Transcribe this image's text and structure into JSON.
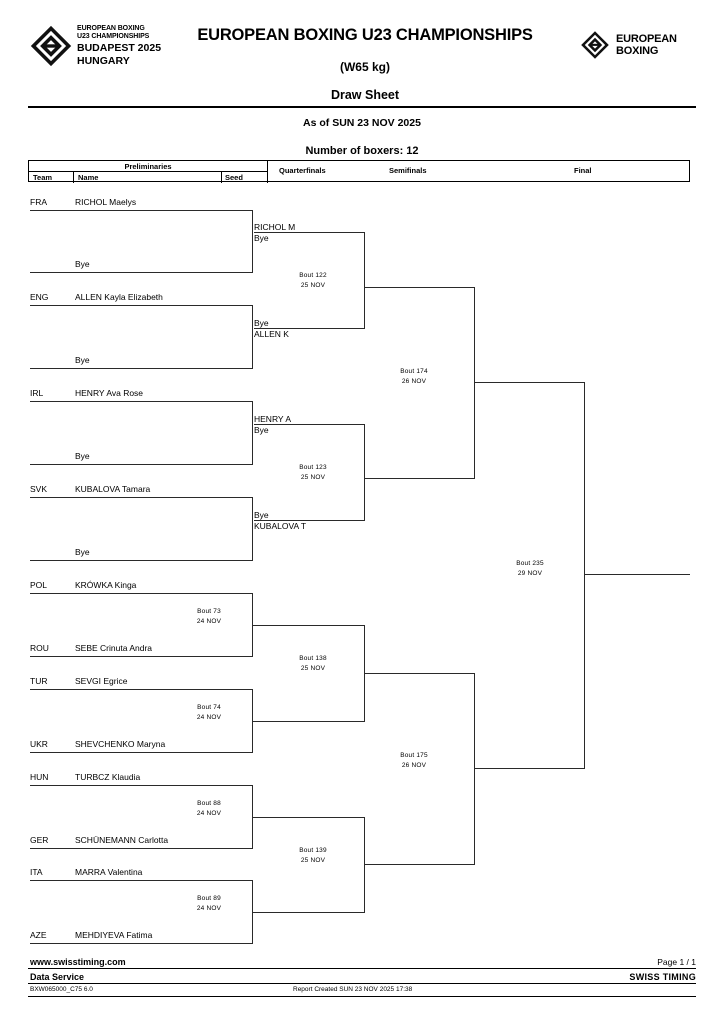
{
  "header": {
    "event_title": "EUROPEAN BOXING U23 CHAMPIONSHIPS",
    "weight_category": "(W65 kg)",
    "document_type": "Draw Sheet",
    "as_of": "As of SUN 23 NOV 2025",
    "number_of_boxers": "Number of boxers: 12",
    "logo_left_line1": "EUROPEAN BOXING",
    "logo_left_line2": "U23 CHAMPIONSHIPS",
    "logo_left_line3": "BUDAPEST 2025",
    "logo_left_line4": "HUNGARY",
    "logo_right_line1": "EUROPEAN",
    "logo_right_line2": "BOXING"
  },
  "columns": {
    "preliminaries": "Preliminaries",
    "team": "Team",
    "name": "Name",
    "seed": "Seed",
    "quarterfinals": "Quarterfinals",
    "semifinals": "Semifinals",
    "final": "Final"
  },
  "preliminaries": [
    {
      "team": "FRA",
      "name": "RICHOL Maelys",
      "seed": ""
    },
    {
      "team": "",
      "name": "Bye",
      "seed": ""
    },
    {
      "team": "ENG",
      "name": "ALLEN Kayla Elizabeth",
      "seed": ""
    },
    {
      "team": "",
      "name": "Bye",
      "seed": ""
    },
    {
      "team": "IRL",
      "name": "HENRY Ava Rose",
      "seed": ""
    },
    {
      "team": "",
      "name": "Bye",
      "seed": ""
    },
    {
      "team": "SVK",
      "name": "KUBALOVA Tamara",
      "seed": ""
    },
    {
      "team": "",
      "name": "Bye",
      "seed": ""
    },
    {
      "team": "POL",
      "name": "KRÓWKA Kinga",
      "seed": ""
    },
    {
      "team": "ROU",
      "name": "SEBE Crinuta Andra",
      "seed": ""
    },
    {
      "team": "TUR",
      "name": "SEVGI Egrice",
      "seed": ""
    },
    {
      "team": "UKR",
      "name": "SHEVCHENKO Maryna",
      "seed": ""
    },
    {
      "team": "HUN",
      "name": "TURBCZ Klaudia",
      "seed": ""
    },
    {
      "team": "GER",
      "name": "SCHÜNEMANN Carlotta",
      "seed": ""
    },
    {
      "team": "ITA",
      "name": "MARRA Valentina",
      "seed": ""
    },
    {
      "team": "AZE",
      "name": "MEHDIYEVA Fatima",
      "seed": ""
    }
  ],
  "quarterfinal_slots": [
    {
      "top": "RICHOL M",
      "bottom": "Bye"
    },
    {
      "top": "Bye",
      "bottom": "ALLEN K"
    },
    {
      "top": "HENRY A",
      "bottom": "Bye"
    },
    {
      "top": "Bye",
      "bottom": "KUBALOVA T"
    }
  ],
  "bouts": {
    "prelim": [
      {
        "label": "Bout  73",
        "date": "24 NOV"
      },
      {
        "label": "Bout  74",
        "date": "24 NOV"
      },
      {
        "label": "Bout  88",
        "date": "24 NOV"
      },
      {
        "label": "Bout  89",
        "date": "24 NOV"
      }
    ],
    "quarterfinals": [
      {
        "label": "Bout  122",
        "date": "25 NOV"
      },
      {
        "label": "Bout  123",
        "date": "25 NOV"
      },
      {
        "label": "Bout  138",
        "date": "25 NOV"
      },
      {
        "label": "Bout  139",
        "date": "25 NOV"
      }
    ],
    "semifinals": [
      {
        "label": "Bout  174",
        "date": "26 NOV"
      },
      {
        "label": "Bout  175",
        "date": "26 NOV"
      }
    ],
    "final": {
      "label": "Bout  235",
      "date": "29 NOV"
    }
  },
  "footer": {
    "website": "www.swisstiming.com",
    "page": "Page 1 / 1",
    "data_service": "Data Service",
    "company": "SWISS TIMING",
    "report_code": "BXW065000_C75 6.0",
    "report_created": "Report Created  SUN 23 NOV 2025 17:38"
  },
  "colors": {
    "line": "#2a2a2a",
    "text": "#000000",
    "background": "#ffffff"
  }
}
